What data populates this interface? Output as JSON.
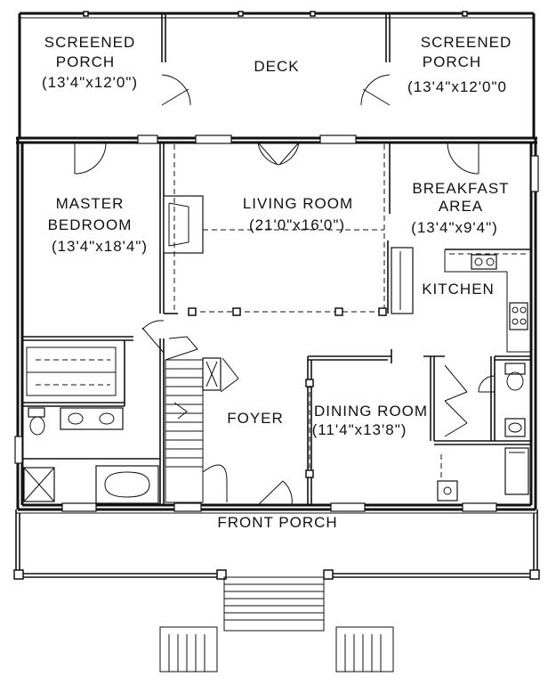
{
  "plan": {
    "rooms": {
      "screened_porch_left": {
        "name_line1": "SCREENED",
        "name_line2": "PORCH",
        "dims": "(13'4\"x12'0\")"
      },
      "deck": {
        "name": "DECK"
      },
      "screened_porch_right": {
        "name_line1": "SCREENED",
        "name_line2": "PORCH",
        "dims": "(13'4\"x12'0\"0"
      },
      "master_bedroom": {
        "name_line1": "MASTER",
        "name_line2": "BEDROOM",
        "dims": "(13'4\"x18'4\")"
      },
      "living_room": {
        "name": "LIVING ROOM",
        "dims": "(21'0\"x16'0\")"
      },
      "breakfast_area": {
        "name_line1": "BREAKFAST",
        "name_line2": "AREA",
        "dims": "(13'4\"x9'4\")"
      },
      "kitchen": {
        "name": "KITCHEN"
      },
      "foyer": {
        "name": "FOYER"
      },
      "dining_room": {
        "name": "DINING ROOM",
        "dims": "(11'4\"x13'8\")"
      },
      "front_porch": {
        "name": "FRONT PORCH"
      }
    }
  }
}
